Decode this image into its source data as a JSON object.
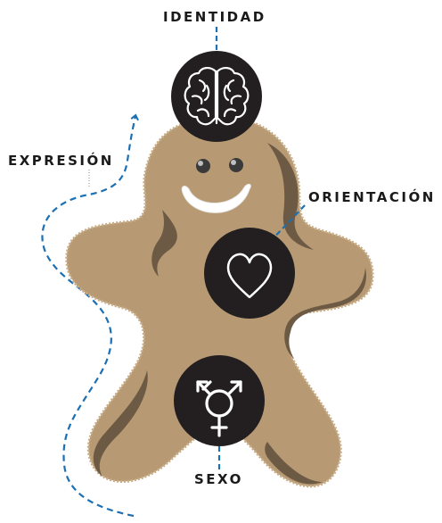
{
  "labels": {
    "identidad": "IDENTIDAD",
    "expresion": "EXPRESIÓN",
    "orientacion": "ORIENTACIÓN",
    "sexo": "SEXO"
  },
  "icons": {
    "identidad": "brain-icon",
    "orientacion": "heart-icon",
    "sexo": "transgender-symbol-icon"
  },
  "colors": {
    "cookie_body": "#b79a73",
    "cookie_shadow": "#6d5a44",
    "circle": "#231f20",
    "icon_stroke": "#ffffff",
    "connector": "#1c6fb3",
    "text": "#1a1a1a"
  }
}
